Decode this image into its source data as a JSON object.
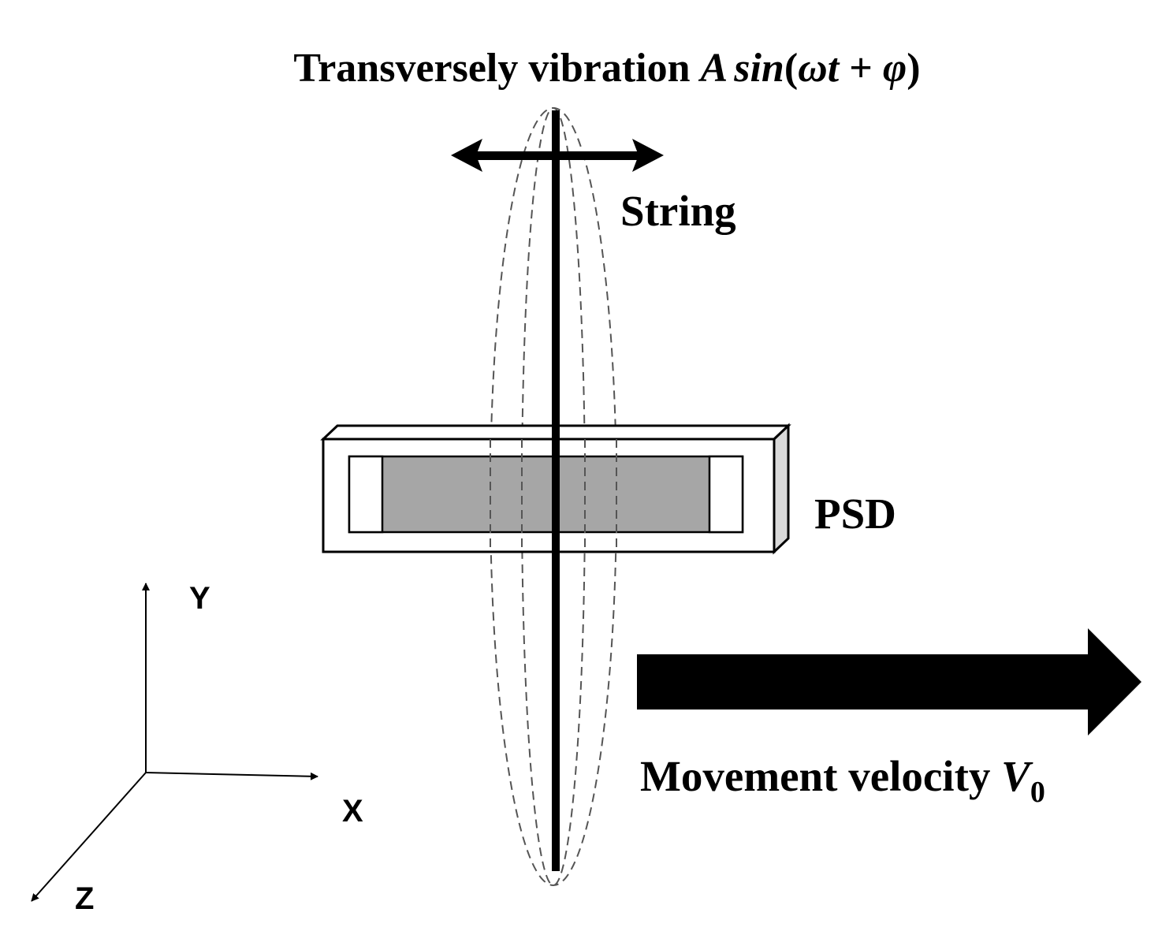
{
  "title": {
    "prefix": "Transversely vibration ",
    "amp": "A",
    "func": "sin",
    "open": "(",
    "omega": "ω",
    "t": "t",
    "plus": " + ",
    "phi": "φ",
    "close": ")"
  },
  "labels": {
    "string": "String",
    "psd": "PSD",
    "movement_prefix": "Movement velocity ",
    "velocity_symbol": "V",
    "velocity_subscript": "0"
  },
  "axes": {
    "x": "X",
    "y": "Y",
    "z": "Z"
  },
  "colors": {
    "stroke": "#000000",
    "psd_sensor_fill": "#a6a6a6",
    "psd_side_fill": "#d9d9d9",
    "dashed_envelope": "#555555",
    "background": "#ffffff"
  }
}
